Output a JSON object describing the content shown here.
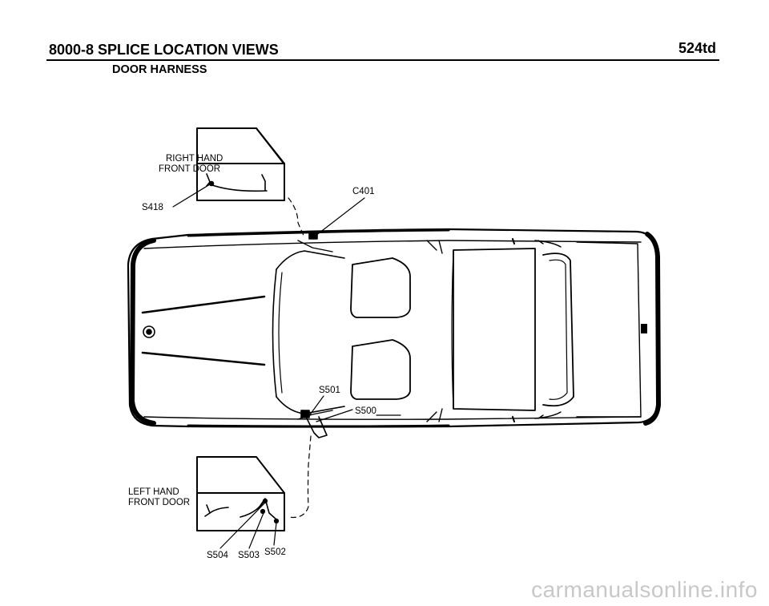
{
  "header": {
    "section_title": "8000-8   SPLICE LOCATION VIEWS",
    "model": "524td",
    "subtitle": "DOOR HARNESS"
  },
  "labels": {
    "rh_door_line1": "RIGHT HAND",
    "rh_door_line2": "FRONT DOOR",
    "lh_door_line1": "LEFT HAND",
    "lh_door_line2": "FRONT DOOR",
    "s418": "S418",
    "c401": "C401",
    "s501": "S501",
    "s500": "S500",
    "s504": "S504",
    "s503": "S503",
    "s502": "S502"
  },
  "watermark": "carmanualsonline.info"
}
